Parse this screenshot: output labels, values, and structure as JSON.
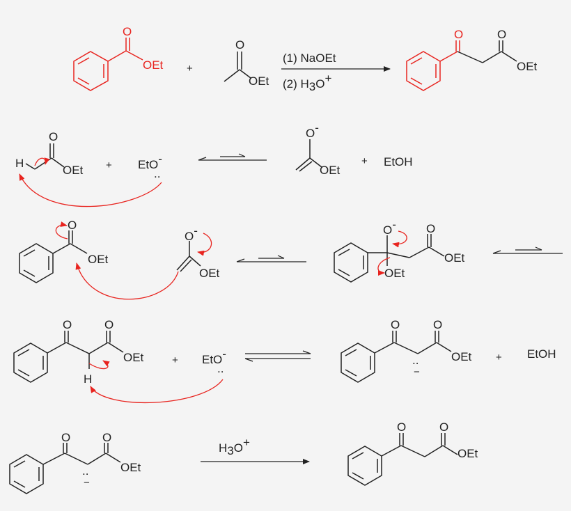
{
  "diagram": {
    "row1": {
      "reactant1_group": "OEt",
      "reactant1_o": "O",
      "plus": "+",
      "reactant2_o": "O",
      "reactant2_group": "OEt",
      "condition1": "(1) NaOEt",
      "condition2_prefix": "(2) H",
      "condition2_sub": "3",
      "condition2_o": "O",
      "condition2_sup": "+",
      "product_ketone_o": "O",
      "product_ester_o": "O",
      "product_group": "OEt"
    },
    "row2": {
      "h_label": "H",
      "ester_o": "O",
      "ester_group": "OEt",
      "plus": "+",
      "base": "EtO",
      "base_charge": "-",
      "base_lone_pair": "..",
      "enolate_o": "O",
      "enolate_charge": "-",
      "enolate_group": "OEt",
      "plus2": "+",
      "byproduct": "EtOH"
    },
    "row3": {
      "ester_o": "O",
      "ester_group": "OEt",
      "enolate_o": "O",
      "enolate_charge": "-",
      "enolate_group": "OEt",
      "tetra_o": "O",
      "tetra_charge": "-",
      "tetra_ester_o": "O",
      "tetra_ester_group": "OEt",
      "tetra_leaving": "OEt"
    },
    "row4": {
      "ketone_o": "O",
      "ester_o": "O",
      "ester_group": "OEt",
      "h_label": "H",
      "plus": "+",
      "base": "EtO",
      "base_charge": "-",
      "base_lone_pair": "..",
      "anion_ketone_o": "O",
      "anion_ester_o": "O",
      "anion_group": "OEt",
      "anion_lone_pair": "..",
      "anion_charge": "−",
      "plus2": "+",
      "byproduct": "EtOH"
    },
    "row5": {
      "anion_ketone_o": "O",
      "anion_ester_o": "O",
      "anion_group": "OEt",
      "anion_lone_pair": "..",
      "anion_charge": "−",
      "reagent_prefix": "H",
      "reagent_sub": "3",
      "reagent_o": "O",
      "reagent_sup": "+",
      "product_ketone_o": "O",
      "product_ester_o": "O",
      "product_group": "OEt"
    }
  }
}
